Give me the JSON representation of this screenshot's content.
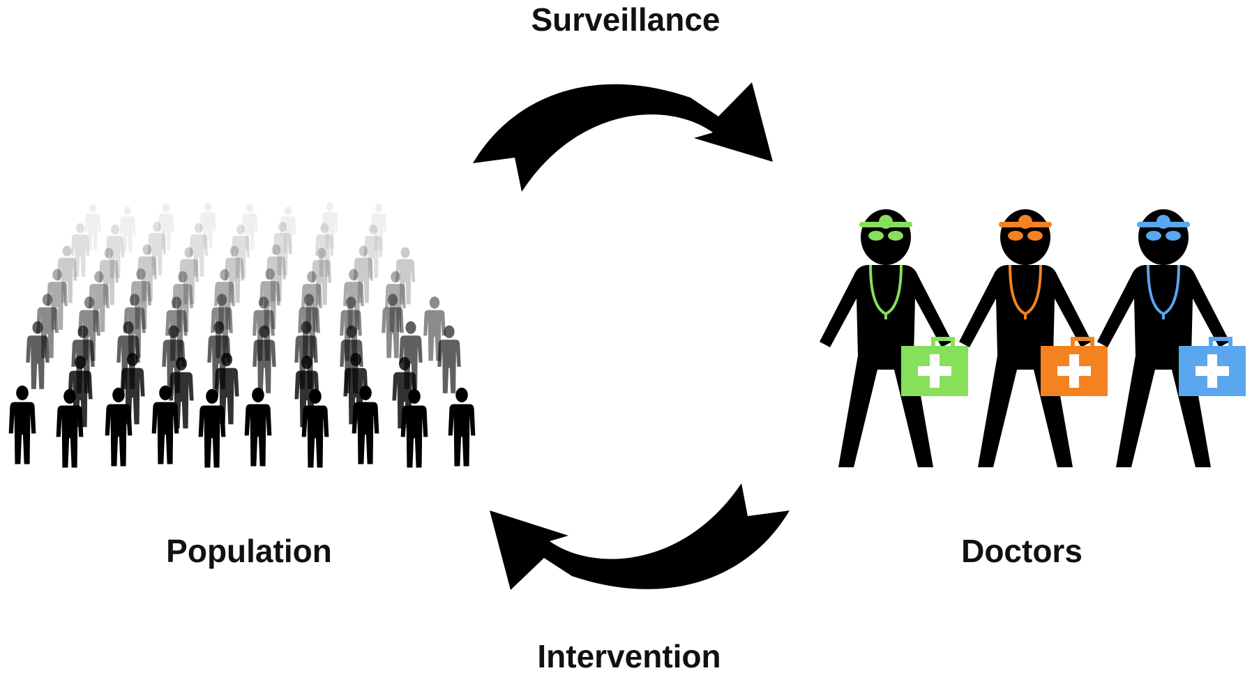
{
  "labels": {
    "top": "Surveillance",
    "bottom": "Intervention",
    "left": "Population",
    "right": "Doctors"
  },
  "colors": {
    "background": "#ffffff",
    "figure": "#000000",
    "arrow": "#000000",
    "doctor_1": "#86e05a",
    "doctor_2": "#f58220",
    "doctor_3": "#5aa6ef"
  },
  "icons": {
    "population": "crowd-of-people-icon",
    "doctors": "doctors-with-medical-kits-icon",
    "arrows": "curved-arrow-icon"
  },
  "doctor_count": 3,
  "crowd_rows": 8
}
